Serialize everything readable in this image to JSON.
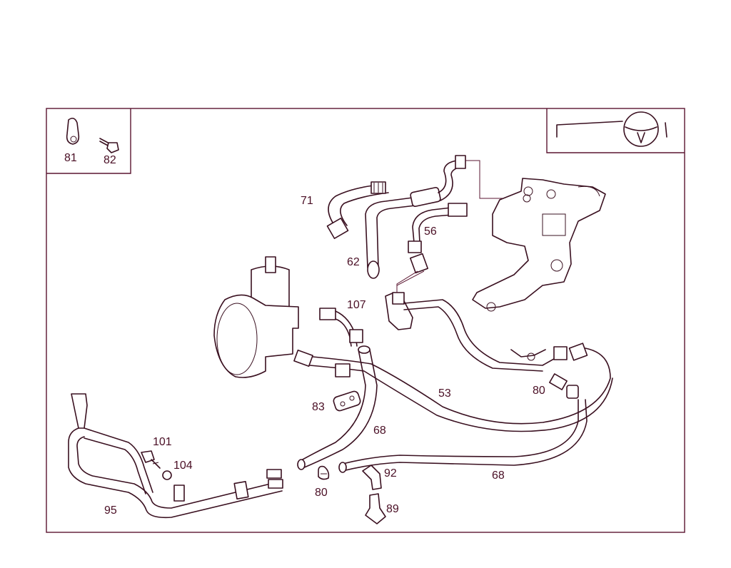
{
  "diagram": {
    "accent_color": "#5a1530",
    "symbol_icon": "steering-wheel-icon",
    "labels": {
      "p81": "81",
      "p82": "82",
      "p71": "71",
      "p56": "56",
      "p62": "62",
      "p107": "107",
      "p53": "53",
      "p80a": "80",
      "p83": "83",
      "p68a": "68",
      "p101": "101",
      "p104": "104",
      "p92": "92",
      "p68b": "68",
      "p95": "95",
      "p80b": "80",
      "p89": "89"
    }
  }
}
